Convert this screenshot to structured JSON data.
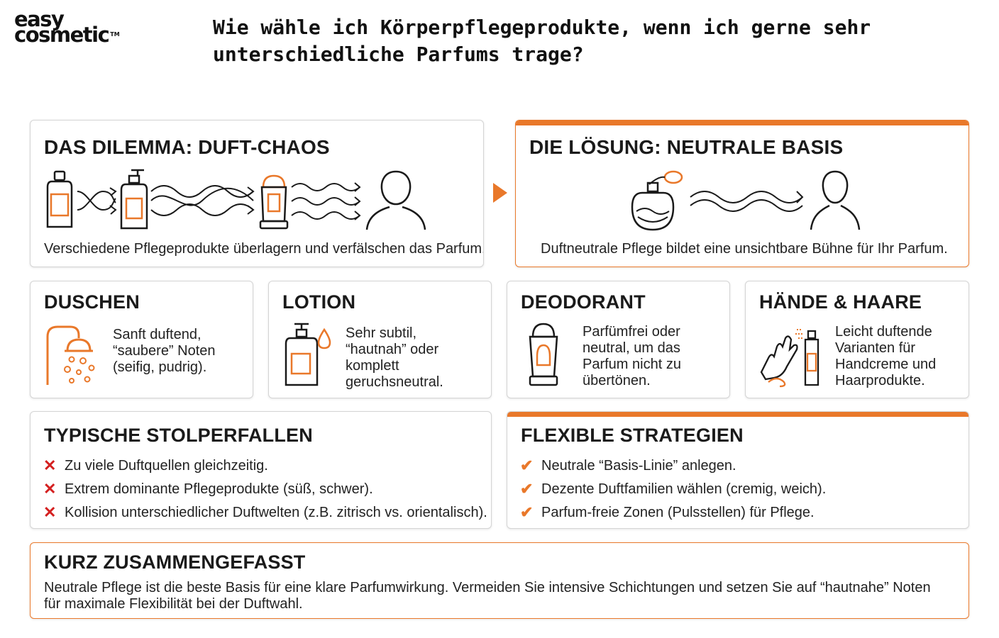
{
  "brand": {
    "line1": "easy",
    "line2": "cosmetic",
    "tm": "TM"
  },
  "headline": "Wie wähle ich Körperpflegeprodukte, wenn ich gerne sehr unterschiedliche Parfums trage?",
  "colors": {
    "accent": "#e9782a",
    "cross": "#d42020",
    "border": "#d4d4d4",
    "text": "#1a1a1a"
  },
  "dilemma": {
    "title": "DAS DILEMMA: DUFT-CHAOS",
    "caption": "Verschiedene Pflegeprodukte überlagern und verfälschen das Parfum.",
    "icons": [
      "shampoo-bottle-icon",
      "pump-bottle-icon",
      "deodorant-stick-icon",
      "person-icon"
    ]
  },
  "solution": {
    "title": "DIE LÖSUNG: NEUTRALE BASIS",
    "caption": "Duftneutrale Pflege bildet eine unsichtbare Bühne für Ihr Parfum.",
    "icons": [
      "perfume-bottle-icon",
      "person-icon"
    ]
  },
  "categories": [
    {
      "title": "DUSCHEN",
      "text": "Sanft duftend, “saubere” Noten (seifig, pudrig).",
      "icon": "shower-icon"
    },
    {
      "title": "LOTION",
      "text": "Sehr subtil, “hautnah” oder komplett geruchsneutral.",
      "icon": "lotion-pump-icon"
    },
    {
      "title": "DEODORANT",
      "text": "Parfümfrei oder neutral, um das Parfum nicht zu übertönen.",
      "icon": "deodorant-stick-icon"
    },
    {
      "title": "HÄNDE & HAARE",
      "text": "Leicht duftende Varianten für Handcreme und Haarprodukte.",
      "icon": "hand-spray-icon"
    }
  ],
  "pitfalls": {
    "title": "TYPISCHE STOLPERFALLEN",
    "marker": "✕",
    "items": [
      "Zu viele Duftquellen gleichzeitig.",
      "Extrem dominante Pflegeprodukte (süß, schwer).",
      "Kollision unterschiedlicher Duftwelten (z.B. zitrisch vs. orientalisch)."
    ]
  },
  "strategies": {
    "title": "FLEXIBLE STRATEGIEN",
    "marker": "✔",
    "items": [
      "Neutrale “Basis-Linie” anlegen.",
      "Dezente Duftfamilien wählen (cremig, weich).",
      "Parfum-freie Zonen (Pulsstellen) für Pflege."
    ]
  },
  "summary": {
    "title": "KURZ ZUSAMMENGEFASST",
    "text": "Neutrale Pflege ist die beste Basis für eine klare Parfumwirkung. Vermeiden Sie intensive Schichtungen und setzen Sie auf “hautnahe” Noten für maximale Flexibilität bei der Duftwahl."
  }
}
